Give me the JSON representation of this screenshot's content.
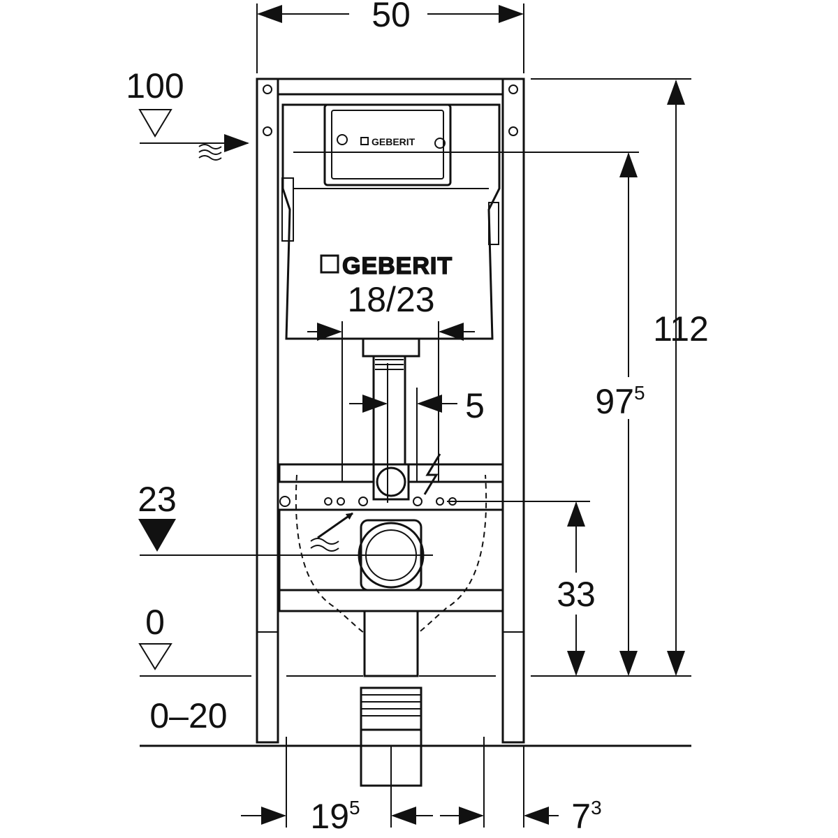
{
  "dimensions": {
    "width": "50",
    "top_height": "100",
    "total_height": "112",
    "flush_height_main": "97",
    "flush_height_sup": "5",
    "cistern_width": "18/23",
    "pipe_offset": "5",
    "outlet_height": "23",
    "fixing_height": "33",
    "floor_level": "0",
    "floor_adjust": "0–20",
    "left_offset_main": "19",
    "left_offset_sup": "5",
    "right_offset_main": "7",
    "right_offset_sup": "3"
  },
  "labels": {
    "brand": "GEBERIT",
    "plate_brand": "GEBERIT"
  },
  "colors": {
    "line": "#111111",
    "background": "#ffffff"
  }
}
